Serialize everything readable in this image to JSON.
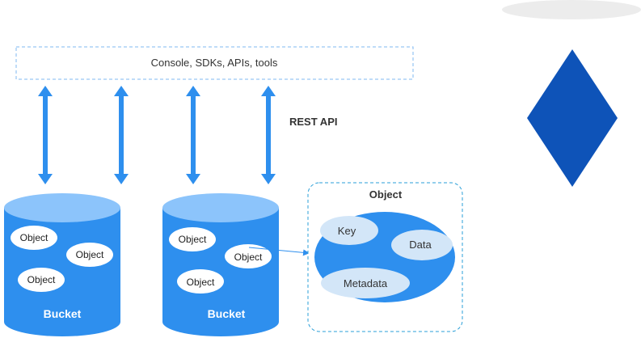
{
  "top_box": {
    "label": "Console, SDKs, APIs, tools"
  },
  "rest_api_label": "REST API",
  "buckets": [
    {
      "label": "Bucket",
      "objects": [
        "Object",
        "Object",
        "Object"
      ]
    },
    {
      "label": "Bucket",
      "objects": [
        "Object",
        "Object",
        "Object"
      ]
    }
  ],
  "object_panel": {
    "title": "Object",
    "fields": [
      "Key",
      "Data",
      "Metadata"
    ]
  },
  "colors": {
    "arrow_blue": "#2e8fee",
    "bucket_body": "#2e8fee",
    "bucket_top": "#8cc4fb",
    "object_ellipse": "#ffffff",
    "panel_border": "#2a9fd8",
    "panel_blob": "#2e8fee",
    "field_fill": "#d3e6f8",
    "diamond": "#0e53b8",
    "top_right_ellipse": "#ececec",
    "dashed_border": "#7fb9f2"
  },
  "icons": [
    "double-arrow-icon",
    "diamond-shape",
    "cylinder-shape"
  ]
}
